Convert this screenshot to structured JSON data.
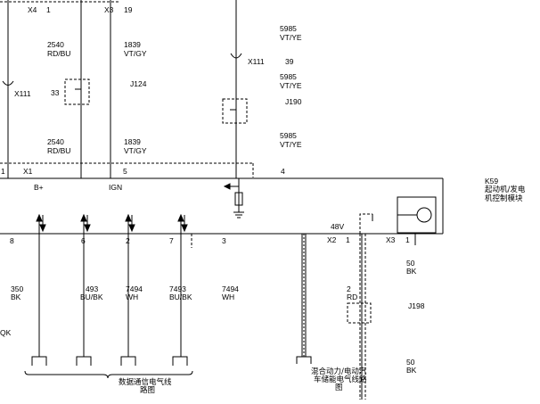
{
  "connectors": {
    "x4": "X4",
    "x4_pin": "1",
    "x3_top": "X3",
    "x3_top_pin": "19",
    "x111_left": "X111",
    "x111_left_pin": "33",
    "x111_right": "X111",
    "x111_right_pin": "39",
    "x1": "X1",
    "x1_pin_a": "1",
    "x1_pin_b": "5",
    "x1_pin_c": "4",
    "x2": "X2",
    "x2_pin": "1",
    "x3_right": "X3",
    "x3_right_pin": "1"
  },
  "splices": {
    "j124": "J124",
    "j190": "J190",
    "j198": "J198"
  },
  "wires": {
    "w_2540_top": {
      "circuit": "2540",
      "color": "RD/BU"
    },
    "w_1839_top": {
      "circuit": "1839",
      "color": "VT/GY"
    },
    "w_2540_mid": {
      "circuit": "2540",
      "color": "RD/BU"
    },
    "w_1839_mid": {
      "circuit": "1839",
      "color": "VT/GY"
    },
    "w_5985_a": {
      "circuit": "5985",
      "color": "VT/YE"
    },
    "w_5985_b": {
      "circuit": "5985",
      "color": "VT/YE"
    },
    "w_5985_c": {
      "circuit": "5985",
      "color": "VT/YE"
    },
    "w_350": {
      "circuit": "350",
      "color": "BK"
    },
    "w_493": {
      "circuit": "493",
      "color": "BU/BK"
    },
    "w_7494_a": {
      "circuit": "7494",
      "color": "WH"
    },
    "w_7493": {
      "circuit": "7493",
      "color": "BU/BK"
    },
    "w_7494_b": {
      "circuit": "7494",
      "color": "WH"
    },
    "w_50_a": {
      "circuit": "50",
      "color": "BK"
    },
    "w_2": {
      "circuit": "2",
      "color": "RD"
    },
    "w_50_b": {
      "circuit": "50",
      "color": "BK"
    },
    "partial_left": "QK"
  },
  "module": {
    "code": "K59",
    "name_line1": "起动机/发电",
    "name_line2": "机控制模块",
    "label_bplus": "B+",
    "label_ign": "IGN",
    "label_48v": "48V",
    "pins_bottom": [
      "8",
      "6",
      "2",
      "7",
      "3"
    ]
  },
  "notes": {
    "data_comm_line1": "数据通信电气线",
    "data_comm_line2": "路图",
    "hybrid_line1": "混合动力/电动汽",
    "hybrid_line2": "车储能电气线路",
    "hybrid_line3": "图"
  },
  "colors": {
    "line": "#000000",
    "background": "#ffffff"
  }
}
